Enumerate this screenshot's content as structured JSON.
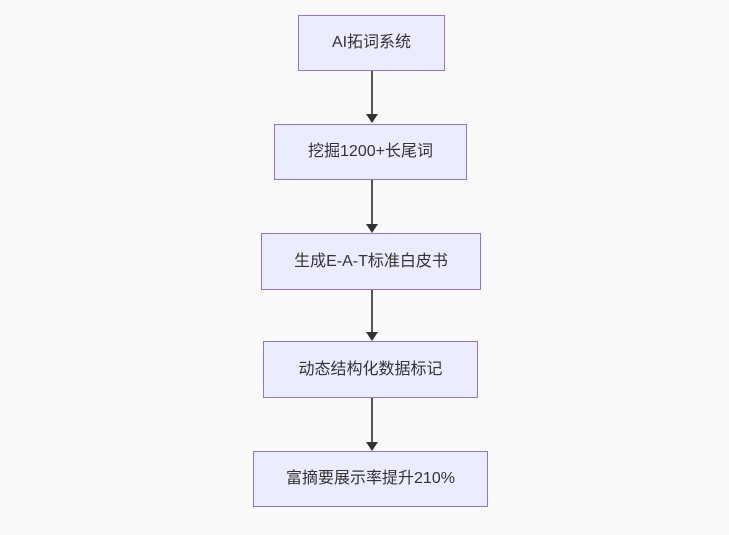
{
  "flowchart": {
    "nodes": [
      {
        "id": "ai-word-expansion-system",
        "label": "AI拓词系统"
      },
      {
        "id": "mine-longtail-keywords",
        "label": "挖掘1200+长尾词"
      },
      {
        "id": "generate-eat-whitepaper",
        "label": "生成E-A-T标准白皮书"
      },
      {
        "id": "dynamic-structured-data",
        "label": "动态结构化数据标记"
      },
      {
        "id": "rich-snippet-rate-up",
        "label": "富摘要展示率提升210%"
      }
    ],
    "edges": [
      {
        "from": "ai-word-expansion-system",
        "to": "mine-longtail-keywords"
      },
      {
        "from": "mine-longtail-keywords",
        "to": "generate-eat-whitepaper"
      },
      {
        "from": "generate-eat-whitepaper",
        "to": "dynamic-structured-data"
      },
      {
        "from": "dynamic-structured-data",
        "to": "rich-snippet-rate-up"
      }
    ],
    "colors": {
      "background": "#fafafa",
      "node_fill": "#ececff",
      "node_border": "#9370db",
      "node_text": "#333333",
      "edge_line": "#555555",
      "edge_head": "#333333"
    }
  }
}
